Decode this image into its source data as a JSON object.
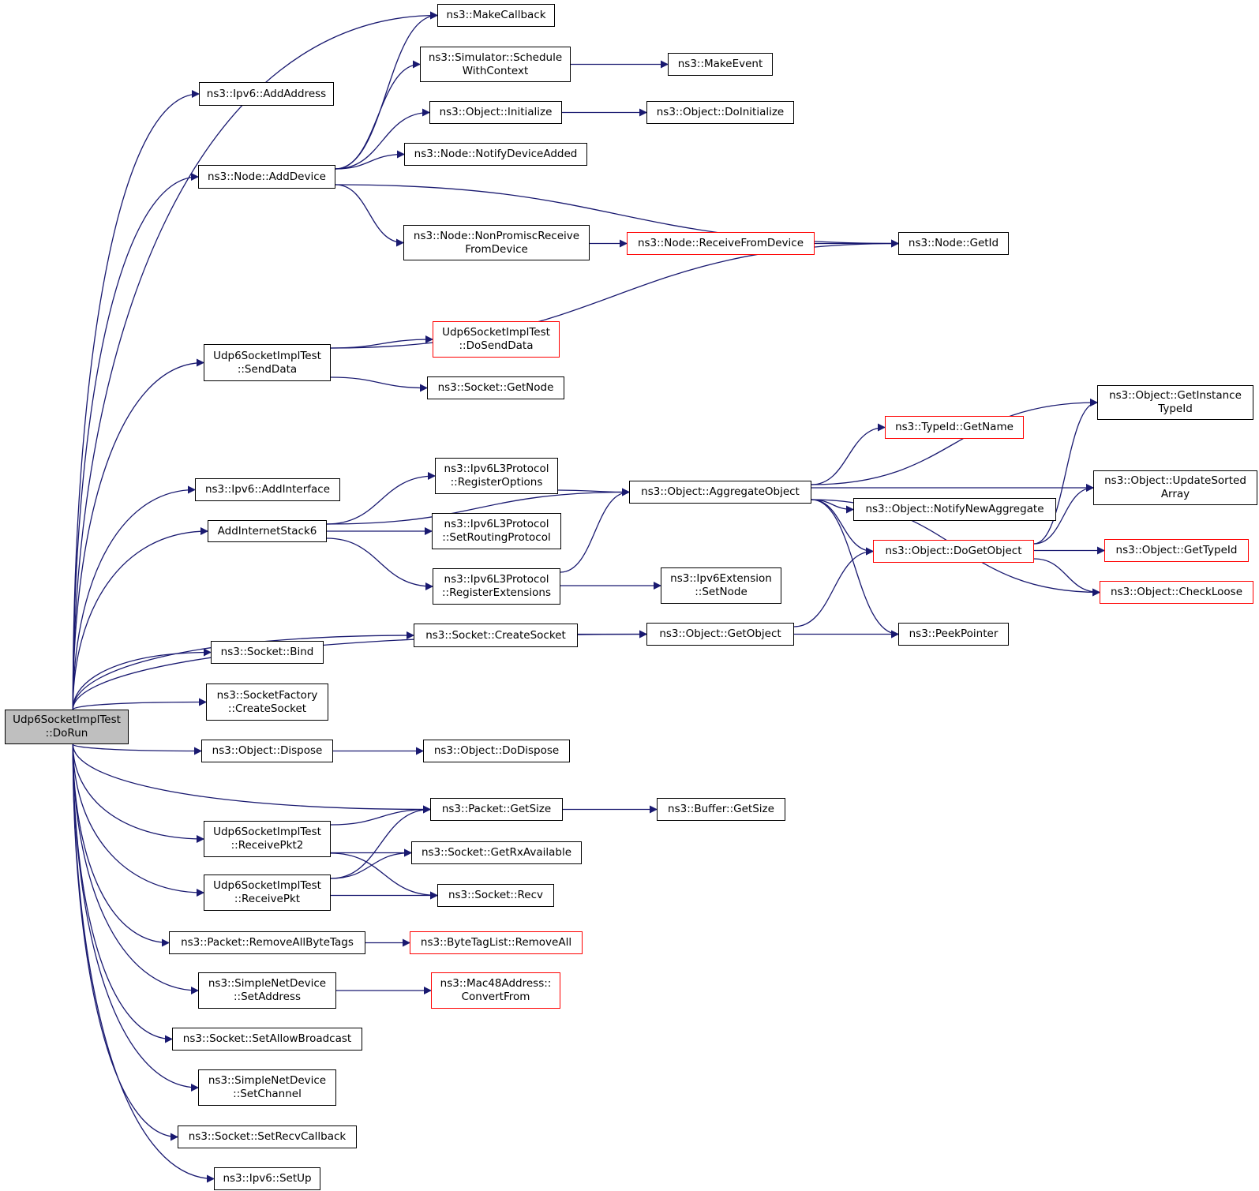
{
  "edge_color": "#191970",
  "accent_red": "#ff0000",
  "root_fill": "#bfbfbf",
  "nodes": [
    {
      "id": "dorun",
      "label": "Udp6SocketImplTest\n::DoRun",
      "root": true
    },
    {
      "id": "ipv6_addaddress",
      "label": "ns3::Ipv6::AddAddress"
    },
    {
      "id": "node_adddevice",
      "label": "ns3::Node::AddDevice"
    },
    {
      "id": "send_data",
      "label": "Udp6SocketImplTest\n::SendData"
    },
    {
      "id": "ipv6_addinterface",
      "label": "ns3::Ipv6::AddInterface"
    },
    {
      "id": "add_internet_stack6",
      "label": "AddInternetStack6"
    },
    {
      "id": "socket_bind",
      "label": "ns3::Socket::Bind"
    },
    {
      "id": "socketfactory_createsocket",
      "label": "ns3::SocketFactory\n::CreateSocket"
    },
    {
      "id": "object_dispose",
      "label": "ns3::Object::Dispose"
    },
    {
      "id": "receive_pkt2",
      "label": "Udp6SocketImplTest\n::ReceivePkt2"
    },
    {
      "id": "receive_pkt",
      "label": "Udp6SocketImplTest\n::ReceivePkt"
    },
    {
      "id": "packet_removeallbytetags",
      "label": "ns3::Packet::RemoveAllByteTags"
    },
    {
      "id": "simplenetdevice_setaddress",
      "label": "ns3::SimpleNetDevice\n::SetAddress"
    },
    {
      "id": "socket_setallowbroadcast",
      "label": "ns3::Socket::SetAllowBroadcast"
    },
    {
      "id": "simplenetdevice_setchannel",
      "label": "ns3::SimpleNetDevice\n::SetChannel"
    },
    {
      "id": "socket_setrecvcallback",
      "label": "ns3::Socket::SetRecvCallback"
    },
    {
      "id": "ipv6_setup",
      "label": "ns3::Ipv6::SetUp"
    },
    {
      "id": "make_callback",
      "label": "ns3::MakeCallback"
    },
    {
      "id": "simulator_schedule",
      "label": "ns3::Simulator::Schedule\nWithContext"
    },
    {
      "id": "object_initialize",
      "label": "ns3::Object::Initialize"
    },
    {
      "id": "node_notifydeviceadded",
      "label": "ns3::Node::NotifyDeviceAdded"
    },
    {
      "id": "node_nonpromisc",
      "label": "ns3::Node::NonPromiscReceive\nFromDevice"
    },
    {
      "id": "doSendData",
      "label": "Udp6SocketImplTest\n::DoSendData",
      "red": true
    },
    {
      "id": "socket_getnode",
      "label": "ns3::Socket::GetNode"
    },
    {
      "id": "ipv6l3_registeroptions",
      "label": "ns3::Ipv6L3Protocol\n::RegisterOptions"
    },
    {
      "id": "ipv6l3_setrouting",
      "label": "ns3::Ipv6L3Protocol\n::SetRoutingProtocol"
    },
    {
      "id": "ipv6l3_registerext",
      "label": "ns3::Ipv6L3Protocol\n::RegisterExtensions"
    },
    {
      "id": "socket_createsocket",
      "label": "ns3::Socket::CreateSocket"
    },
    {
      "id": "packet_getsize",
      "label": "ns3::Packet::GetSize"
    },
    {
      "id": "socket_getrxavailable",
      "label": "ns3::Socket::GetRxAvailable"
    },
    {
      "id": "socket_recv",
      "label": "ns3::Socket::Recv"
    },
    {
      "id": "bytetaglist_removeall",
      "label": "ns3::ByteTagList::RemoveAll",
      "red": true
    },
    {
      "id": "mac48_convertfrom",
      "label": "ns3::Mac48Address::\nConvertFrom",
      "red": true
    },
    {
      "id": "object_dodispose",
      "label": "ns3::Object::DoDispose"
    },
    {
      "id": "make_event",
      "label": "ns3::MakeEvent"
    },
    {
      "id": "object_doinitialize",
      "label": "ns3::Object::DoInitialize"
    },
    {
      "id": "node_receivefromdevice",
      "label": "ns3::Node::ReceiveFromDevice",
      "red": true
    },
    {
      "id": "object_aggregateobject",
      "label": "ns3::Object::AggregateObject"
    },
    {
      "id": "ipv6extension_setnode",
      "label": "ns3::Ipv6Extension\n::SetNode"
    },
    {
      "id": "object_getobject",
      "label": "ns3::Object::GetObject"
    },
    {
      "id": "buffer_getsize",
      "label": "ns3::Buffer::GetSize"
    },
    {
      "id": "node_getid",
      "label": "ns3::Node::GetId"
    },
    {
      "id": "typeid_getname",
      "label": "ns3::TypeId::GetName",
      "red": true
    },
    {
      "id": "object_notifynewaggregate",
      "label": "ns3::Object::NotifyNewAggregate"
    },
    {
      "id": "object_dogetobject",
      "label": "ns3::Object::DoGetObject",
      "red": true
    },
    {
      "id": "peek_pointer",
      "label": "ns3::PeekPointer"
    },
    {
      "id": "object_getinstancetypeid",
      "label": "ns3::Object::GetInstance\nTypeId"
    },
    {
      "id": "object_updatesortedarray",
      "label": "ns3::Object::UpdateSorted\nArray"
    },
    {
      "id": "object_gettypeid",
      "label": "ns3::Object::GetTypeId",
      "red": true
    },
    {
      "id": "object_checkloose",
      "label": "ns3::Object::CheckLoose",
      "red": true
    }
  ],
  "edges": [
    [
      "dorun",
      "ipv6_addaddress"
    ],
    [
      "dorun",
      "make_callback"
    ],
    [
      "dorun",
      "node_adddevice"
    ],
    [
      "dorun",
      "send_data"
    ],
    [
      "dorun",
      "ipv6_addinterface"
    ],
    [
      "dorun",
      "add_internet_stack6"
    ],
    [
      "dorun",
      "socket_createsocket"
    ],
    [
      "dorun",
      "object_getobject"
    ],
    [
      "dorun",
      "socket_bind"
    ],
    [
      "dorun",
      "socketfactory_createsocket"
    ],
    [
      "dorun",
      "object_dispose"
    ],
    [
      "dorun",
      "packet_getsize"
    ],
    [
      "dorun",
      "receive_pkt2"
    ],
    [
      "dorun",
      "receive_pkt"
    ],
    [
      "dorun",
      "packet_removeallbytetags"
    ],
    [
      "dorun",
      "simplenetdevice_setaddress"
    ],
    [
      "dorun",
      "socket_setallowbroadcast"
    ],
    [
      "dorun",
      "simplenetdevice_setchannel"
    ],
    [
      "dorun",
      "socket_setrecvcallback"
    ],
    [
      "dorun",
      "ipv6_setup"
    ],
    [
      "node_adddevice",
      "make_callback"
    ],
    [
      "node_adddevice",
      "simulator_schedule"
    ],
    [
      "node_adddevice",
      "object_initialize"
    ],
    [
      "node_adddevice",
      "node_notifydeviceadded"
    ],
    [
      "node_adddevice",
      "node_getid"
    ],
    [
      "node_adddevice",
      "node_nonpromisc"
    ],
    [
      "simulator_schedule",
      "make_event"
    ],
    [
      "object_initialize",
      "object_doinitialize"
    ],
    [
      "node_nonpromisc",
      "node_receivefromdevice"
    ],
    [
      "node_receivefromdevice",
      "node_getid"
    ],
    [
      "send_data",
      "node_getid"
    ],
    [
      "send_data",
      "doSendData"
    ],
    [
      "send_data",
      "socket_getnode"
    ],
    [
      "add_internet_stack6",
      "object_aggregateobject"
    ],
    [
      "add_internet_stack6",
      "ipv6l3_registeroptions"
    ],
    [
      "add_internet_stack6",
      "ipv6l3_setrouting"
    ],
    [
      "add_internet_stack6",
      "ipv6l3_registerext"
    ],
    [
      "ipv6l3_registeroptions",
      "object_aggregateobject"
    ],
    [
      "ipv6l3_registerext",
      "object_aggregateobject"
    ],
    [
      "ipv6l3_registerext",
      "ipv6extension_setnode"
    ],
    [
      "object_aggregateobject",
      "object_getinstancetypeid"
    ],
    [
      "object_aggregateobject",
      "typeid_getname"
    ],
    [
      "object_aggregateobject",
      "object_updatesortedarray"
    ],
    [
      "object_aggregateobject",
      "object_notifynewaggregate"
    ],
    [
      "object_aggregateobject",
      "object_dogetobject"
    ],
    [
      "object_aggregateobject",
      "object_checkloose"
    ],
    [
      "object_aggregateobject",
      "peek_pointer"
    ],
    [
      "object_dogetobject",
      "object_getinstancetypeid"
    ],
    [
      "object_dogetobject",
      "object_updatesortedarray"
    ],
    [
      "object_dogetobject",
      "object_gettypeid"
    ],
    [
      "object_dogetobject",
      "object_checkloose"
    ],
    [
      "socket_createsocket",
      "object_getobject"
    ],
    [
      "object_getobject",
      "object_dogetobject"
    ],
    [
      "object_getobject",
      "peek_pointer"
    ],
    [
      "object_dispose",
      "object_dodispose"
    ],
    [
      "packet_getsize",
      "buffer_getsize"
    ],
    [
      "receive_pkt2",
      "packet_getsize"
    ],
    [
      "receive_pkt2",
      "socket_getrxavailable"
    ],
    [
      "receive_pkt2",
      "socket_recv"
    ],
    [
      "receive_pkt",
      "packet_getsize"
    ],
    [
      "receive_pkt",
      "socket_getrxavailable"
    ],
    [
      "receive_pkt",
      "socket_recv"
    ],
    [
      "packet_removeallbytetags",
      "bytetaglist_removeall"
    ],
    [
      "simplenetdevice_setaddress",
      "mac48_convertfrom"
    ]
  ]
}
